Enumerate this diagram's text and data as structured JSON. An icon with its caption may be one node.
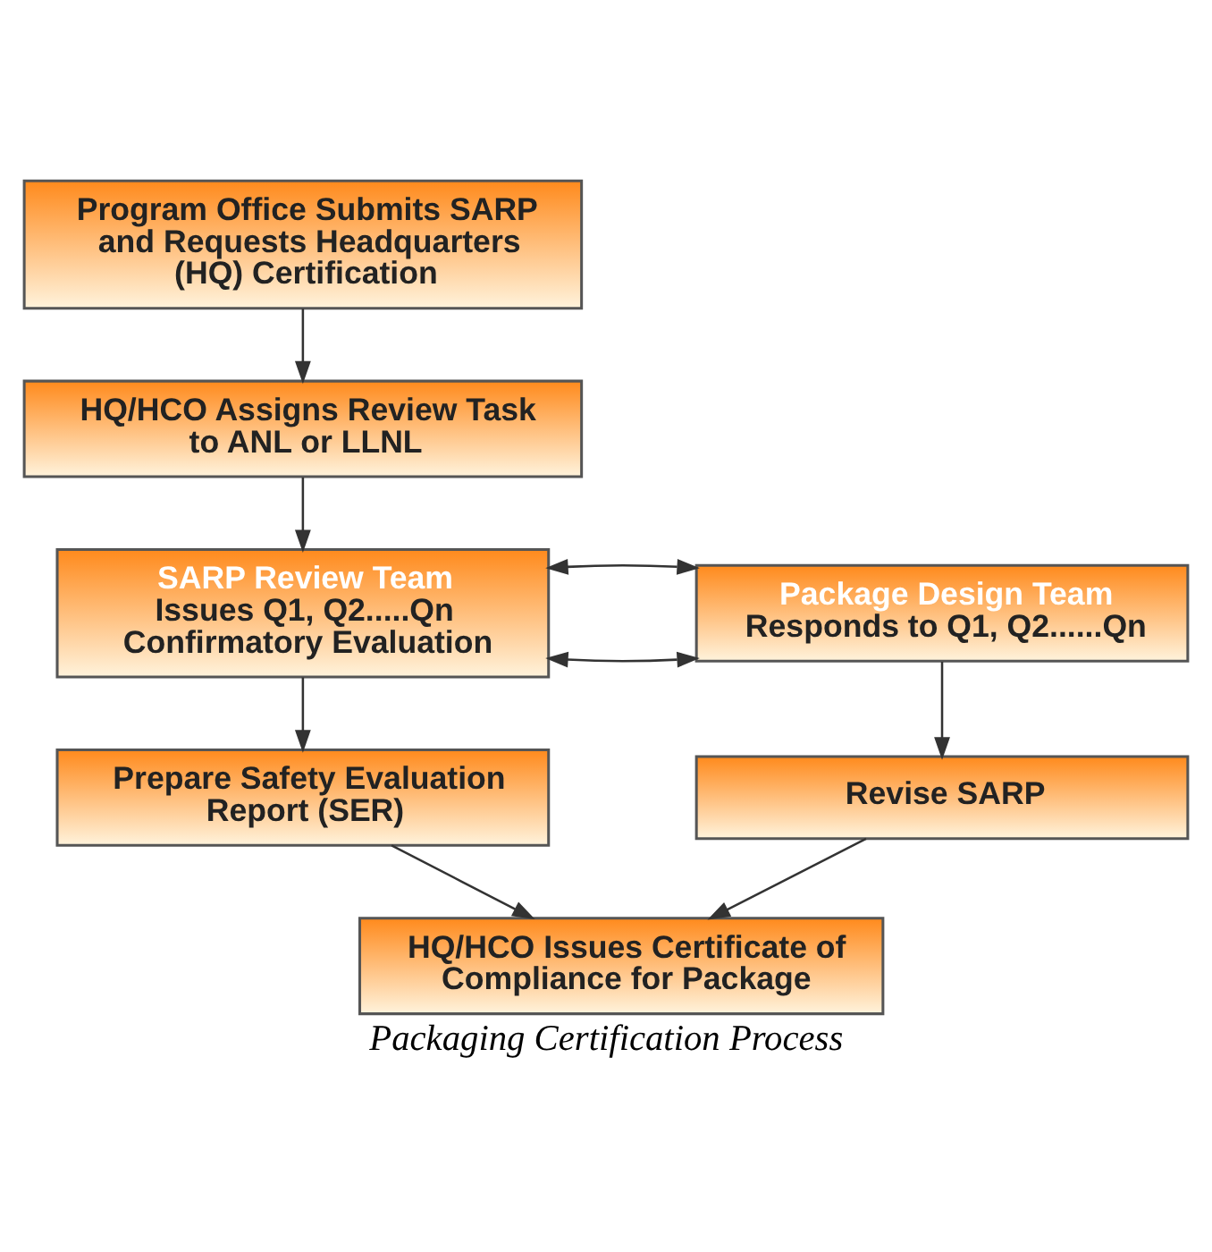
{
  "diagram": {
    "caption": "Packaging Certification Process",
    "nodes": [
      {
        "text": [
          "Program Office Submits SARP and Requests Headquarters (HQ) Certification"
        ]
      },
      {
        "text": [
          "HQ/HCO Assigns Review Task to ANL or LLNL"
        ]
      },
      {
        "text": [
          "SARP Review Team",
          "Issues Q1, Q2.....Qn Confirmatory Evaluation"
        ]
      },
      {
        "text": [
          "Package Design Team",
          "Responds to Q1, Q2......Qn"
        ]
      },
      {
        "text": [
          "Prepare Safety Evaluation Report (SER)"
        ]
      },
      {
        "text": [
          "Revise SARP"
        ]
      },
      {
        "text": [
          "HQ/HCO Issues Certificate of Compliance for Package"
        ]
      }
    ],
    "edges": [
      {
        "from": 0,
        "to": 1,
        "arrow": "to"
      },
      {
        "from": 1,
        "to": 2,
        "arrow": "to"
      },
      {
        "from": 2,
        "to": 3,
        "arrow": "both"
      },
      {
        "from": 2,
        "to": 3,
        "arrow": "both"
      },
      {
        "from": 2,
        "to": 4,
        "arrow": "to"
      },
      {
        "from": 3,
        "to": 5,
        "arrow": "to"
      },
      {
        "from": 4,
        "to": 6,
        "arrow": "to"
      },
      {
        "from": 5,
        "to": 6,
        "arrow": "to"
      }
    ]
  }
}
